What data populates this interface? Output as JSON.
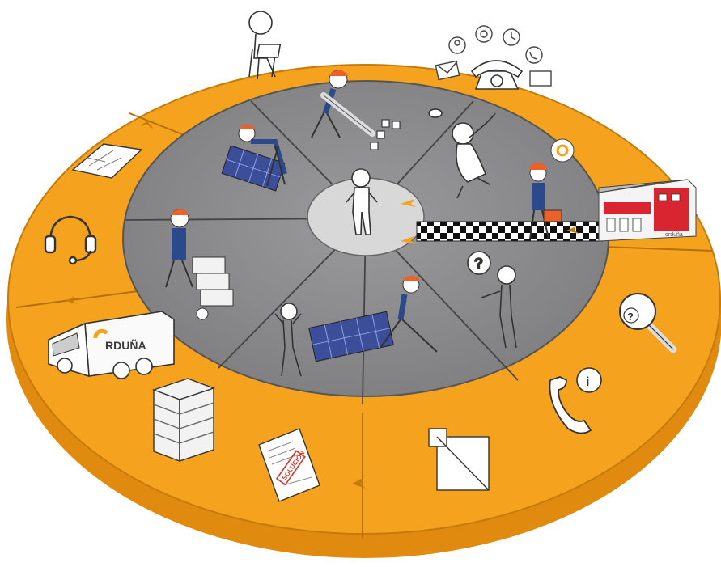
{
  "brand": {
    "truck_logo_text": "RDUÑA"
  },
  "document": {
    "stamp_text": "SOLUCIÓN"
  },
  "building": {
    "sign_text": "orduña"
  },
  "bubbles": {
    "question_mark": "?",
    "info_mark": "i"
  },
  "colors": {
    "outer_ring": "#f5a31e",
    "outer_ring_side": "#e08a10",
    "inner_disc": "#8a8a8c",
    "inner_disc_dark": "#6f6f72",
    "hub": "#d8d8d8",
    "worker_helmet": "#e8622a",
    "worker_shirt": "#2b4a8c",
    "solar_panel": "#3c4d9a",
    "building_red": "#d9252f"
  },
  "icons": [
    "laptop-user-icon",
    "contact-icons-cluster",
    "telephone-icon",
    "headset-icon",
    "blueprint-icon",
    "delivery-truck-icon",
    "pallet-stack-icon",
    "document-stamp-icon",
    "measure-square-icon",
    "magnifier-question-icon",
    "phone-info-icon",
    "factory-building-icon"
  ]
}
